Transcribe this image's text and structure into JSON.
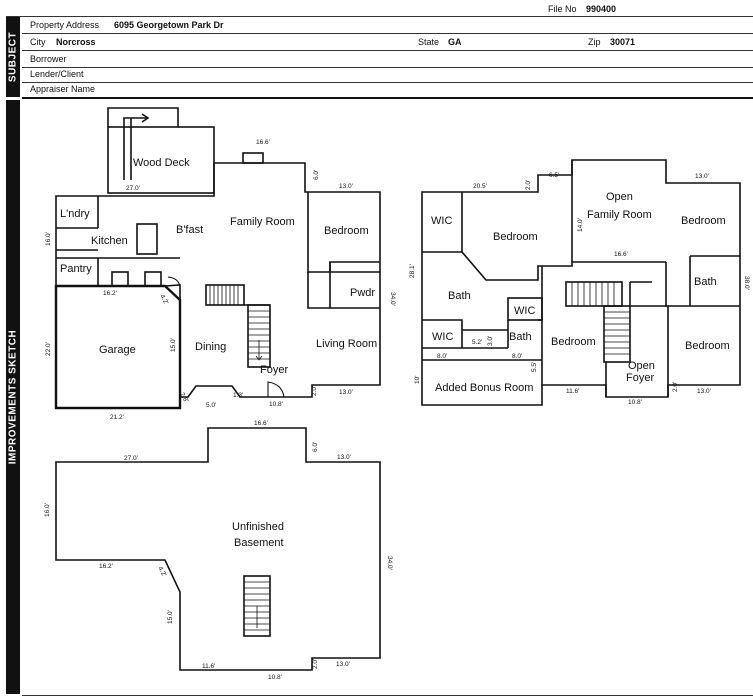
{
  "header": {
    "file_no_label": "File No",
    "file_no": "990400",
    "subject_band": "SUBJECT",
    "property_address_label": "Property Address",
    "property_address": "6095 Georgetown Park Dr",
    "city_label": "City",
    "city": "Norcross",
    "state_label": "State",
    "state": "GA",
    "zip_label": "Zip",
    "zip": "30071",
    "borrower_label": "Borrower",
    "lender_label": "Lender/Client",
    "appraiser_label": "Appraiser Name"
  },
  "sketch": {
    "band": "IMPROVEMENTS SKETCH",
    "main": {
      "rooms": {
        "wood_deck": "Wood Deck",
        "laundry": "L'ndry",
        "bfast": "B'fast",
        "family_room": "Family Room",
        "bedroom": "Bedroom",
        "kitchen": "Kitchen",
        "pantry": "Pantry",
        "pwdr": "Pwdr",
        "garage": "Garage",
        "dining": "Dining",
        "living_room": "Living Room",
        "foyer": "Foyer"
      },
      "dims": {
        "d166": "16.6'",
        "d270": "27.0'",
        "d60": "6.0'",
        "d130": "13.0'",
        "d160": "16.0'",
        "d340": "34.0'",
        "d162": "16.2'",
        "d42": "4.2'",
        "d220": "22.0'",
        "d150": "15.0'",
        "d28": "2.8'",
        "d50": "5.0'",
        "d13": "1.3'",
        "d108": "10.8'",
        "d20": "2.0'",
        "d130b": "13.0'",
        "d212": "21.2'"
      }
    },
    "upper": {
      "rooms": {
        "wic1": "WIC",
        "bedroom1": "Bedroom",
        "open_family1": "Open",
        "open_family2": "Family Room",
        "bedroom2": "Bedroom",
        "bath1": "Bath",
        "bath2": "Bath",
        "wic2": "WIC",
        "wic3": "WIC",
        "bath3": "Bath",
        "bedroom3": "Bedroom",
        "open_foyer1": "Open",
        "open_foyer2": "Foyer",
        "bedroom4": "Bedroom",
        "bonus": "Added Bonus Room"
      },
      "dims": {
        "d205": "20.5'",
        "d20": "2.0'",
        "d65": "6.5'",
        "d130": "13.0'",
        "d140": "14.0'",
        "d166": "16.6'",
        "d281": "28.1'",
        "d380": "38.0'",
        "d80a": "8.0'",
        "d52": "5.2'",
        "d30": "3.0'",
        "d80b": "8.0'",
        "d55": "5.5'",
        "d10": "10'",
        "d116": "11.6'",
        "d108": "10.8'",
        "d20b": "2.0'",
        "d130b": "13.0'"
      }
    },
    "basement": {
      "label1": "Unfinished",
      "label2": "Basement",
      "dims": {
        "d166": "16.6'",
        "d270": "27.0'",
        "d60": "6.0'",
        "d130": "13.0'",
        "d160": "16.0'",
        "d340": "34.0'",
        "d162": "16.2'",
        "d42": "4.2'",
        "d150": "15.0'",
        "d116": "11.6'",
        "d20": "2.0'",
        "d130b": "13.0'",
        "d108": "10.8'"
      }
    }
  }
}
